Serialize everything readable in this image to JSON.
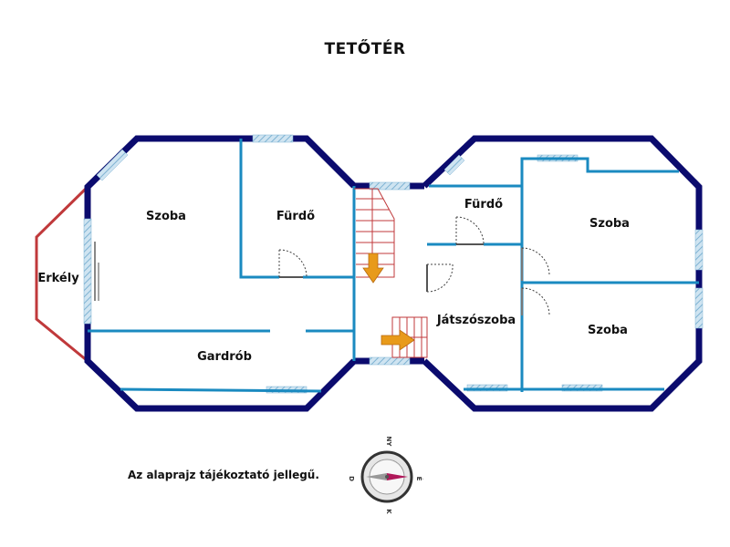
{
  "title": "TETŐTÉR",
  "rooms": {
    "szoba_left": "Szoba",
    "furdo_left": "Fürdő",
    "erkely": "Erkély",
    "gardrob": "Gardrób",
    "furdo_right": "Fürdő",
    "szoba_right_top": "Szoba",
    "jatszoszoba": "Játszószoba",
    "szoba_right_bottom": "Szoba"
  },
  "note": "Az alaprajz tájékoztató jellegű.",
  "compass": {
    "north": "NY",
    "east": "É",
    "south": "K",
    "west": "D"
  },
  "colors": {
    "outer_wall": "#0b0b6e",
    "inner_wall": "#1a8ac0",
    "balcony": "#c0393b",
    "window": "#a8cde3",
    "stair": "#c0393b",
    "arrow": "#e89a1a",
    "compass_needle": "#b0185a"
  }
}
